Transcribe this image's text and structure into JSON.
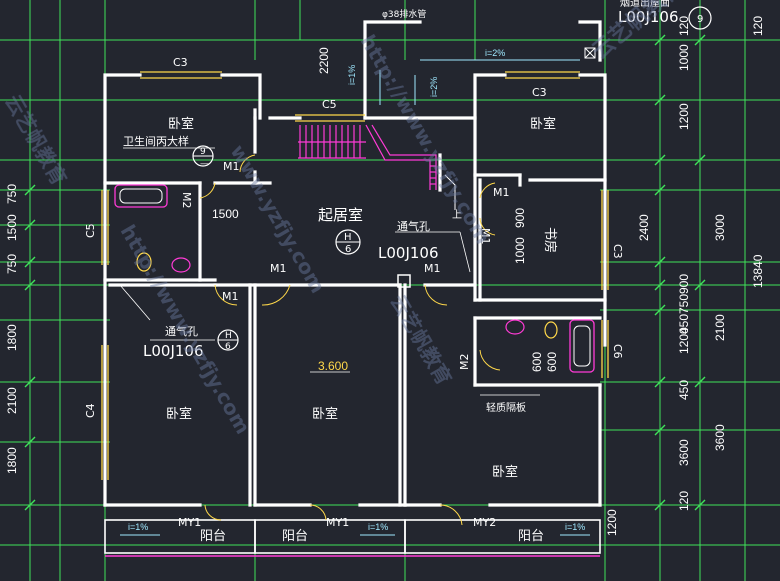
{
  "rooms": {
    "bedroom_nw": "卧室",
    "bedroom_ne": "卧室",
    "living": "起居室",
    "study": "书房",
    "bedroom_sw": "卧室",
    "bedroom_s": "卧室",
    "bedroom_se": "卧室"
  },
  "balconies": [
    "阳台",
    "阳台",
    "阳台"
  ],
  "notes": {
    "bath_detail": "卫生间丙大样",
    "vent1": "通气孔",
    "vent2": "通气孔",
    "vent_ref1": "L00J106",
    "vent_ref2": "L00J106",
    "roof_exit_ref": "L00J106",
    "roof_exit": "烟道出屋面",
    "drain_pipe": "φ38排水管",
    "partition": "轻质隔板",
    "elevation": "3.600",
    "up": "上"
  },
  "detail_marks": {
    "bath": {
      "num": "9",
      "sub": "—"
    },
    "vent1": {
      "num": "H",
      "sub": "6"
    },
    "vent2": {
      "num": "H",
      "sub": "6"
    },
    "roof": {
      "num": "9",
      "sub": ""
    }
  },
  "windows": [
    "C3",
    "C3",
    "C5",
    "C5",
    "C3",
    "C4",
    "C6"
  ],
  "doors": [
    "M1",
    "M1",
    "M1",
    "M1",
    "M1",
    "M1",
    "M2",
    "M2",
    "MY1",
    "MY1",
    "MY2"
  ],
  "slopes": [
    "i=2%",
    "i=1%",
    "i=2%",
    "i=1%",
    "i=1%",
    "i=1%"
  ],
  "inner_dims": [
    "1500",
    "900",
    "1000",
    "2200",
    "600",
    "600"
  ],
  "left_dims": [
    "750",
    "1500",
    "750",
    "1800",
    "2100",
    "1800"
  ],
  "right_dims_a": [
    "120",
    "1000",
    "1200",
    "900",
    "750",
    "450",
    "1200",
    "450",
    "3600",
    "120"
  ],
  "right_dims_b": [
    "2400",
    "3000",
    "2100",
    "3600"
  ],
  "right_total": "13840",
  "bottom_dim": "1200",
  "top_dim": "120",
  "watermarks": [
    "www.yzfjy.com",
    "http://www.yzfjy.com",
    "云艺帆教育",
    "云艺帆教育",
    "http://www.yzfjy.com",
    "云艺帆教育"
  ],
  "colors": {
    "background": "#23262f",
    "wall": "#ffffff",
    "grid": "#3fe35a",
    "window": "#ffd84a",
    "stair": "#ff3bd6",
    "slope": "#9fe8ff"
  }
}
